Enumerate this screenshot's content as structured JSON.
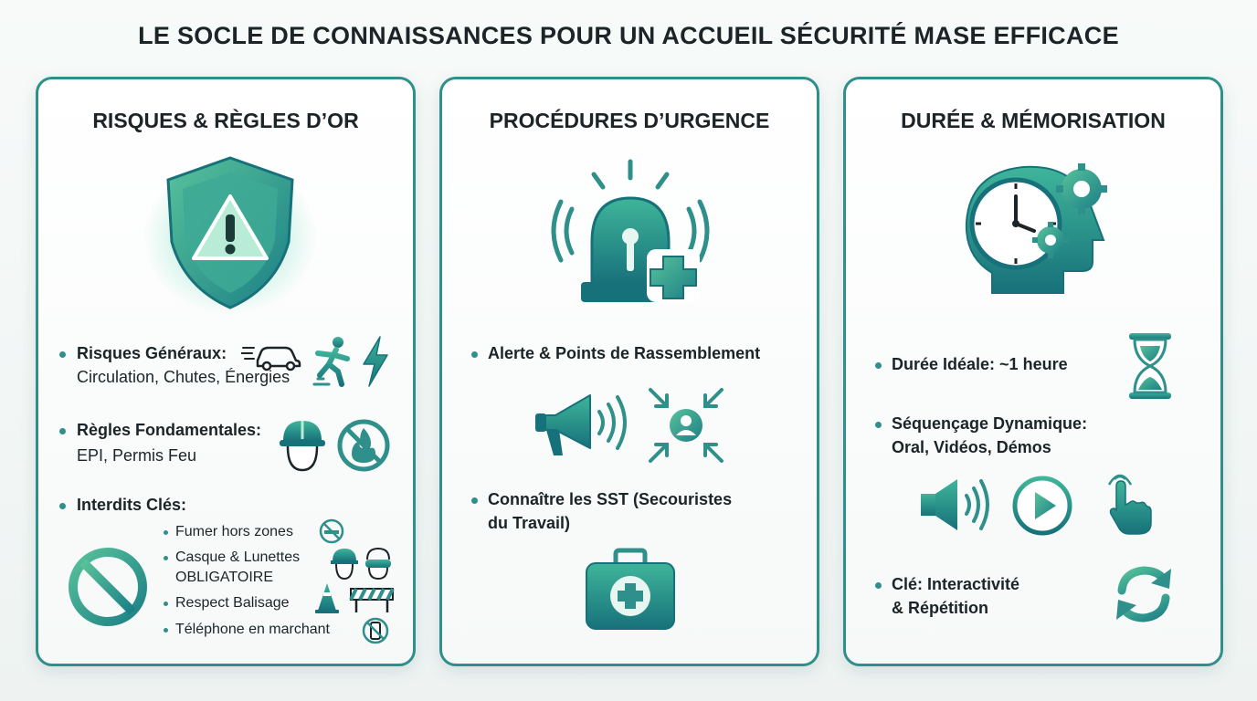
{
  "title": "LE SOCLE DE CONNAISSANCES POUR UN ACCUEIL SÉCURITÉ MASE EFFICACE",
  "colors": {
    "accent": "#2f8f8a",
    "accent_light": "#6fbf8f",
    "text": "#1c2427"
  },
  "panels": [
    {
      "title": "RISQUES & RÈGLES D’OR",
      "hero_icon": "shield-warning-icon",
      "bullets": [
        {
          "title": "Risques Généraux:",
          "text": "Circulation, Chutes, Énergies",
          "icons": [
            "car-icon",
            "person-falling-icon",
            "lightning-icon"
          ]
        },
        {
          "title": "Règles Fondamentales:",
          "text": "EPI, Permis Feu",
          "icons": [
            "hard-hat-icon",
            "no-fire-icon"
          ]
        },
        {
          "title": "Interdits Clés:",
          "icons": [
            "prohibited-icon"
          ],
          "sub": [
            {
              "text": "Fumer hors zones",
              "icon": "no-smoking-icon"
            },
            {
              "text": "Casque & Lunettes",
              "text2": "OBLIGATOIRE",
              "icon": "helmet-goggles-icon"
            },
            {
              "text": "Respect Balisage",
              "icon": "cone-barrier-icon"
            },
            {
              "text": "Téléphone en marchant",
              "icon": "no-phone-icon"
            }
          ]
        }
      ]
    },
    {
      "title": "PROCÉDURES D’URGENCE",
      "hero_icon": "emergency-siren-icon",
      "bullets": [
        {
          "title": "Alerte & Points de Rassemblement",
          "icons": [
            "megaphone-icon",
            "assembly-point-icon"
          ]
        },
        {
          "title": "Connaître les SST (Secouristes",
          "title2": "du Travail)",
          "icons": [
            "first-aid-kit-icon"
          ]
        }
      ]
    },
    {
      "title": "DURÉE & MÉMORISATION",
      "hero_icon": "head-clock-gears-icon",
      "bullets": [
        {
          "title": "Durée Idéale: ~1 heure",
          "icons": [
            "hourglass-icon"
          ]
        },
        {
          "title": "Séquençage Dynamique:",
          "title2": "Oral, Vidéos, Démos",
          "icons": [
            "speaker-icon",
            "play-icon",
            "pointer-hand-icon"
          ]
        },
        {
          "title": "Clé: Interactivité",
          "title2": "& Répétition",
          "icons": [
            "refresh-icon"
          ]
        }
      ]
    }
  ]
}
